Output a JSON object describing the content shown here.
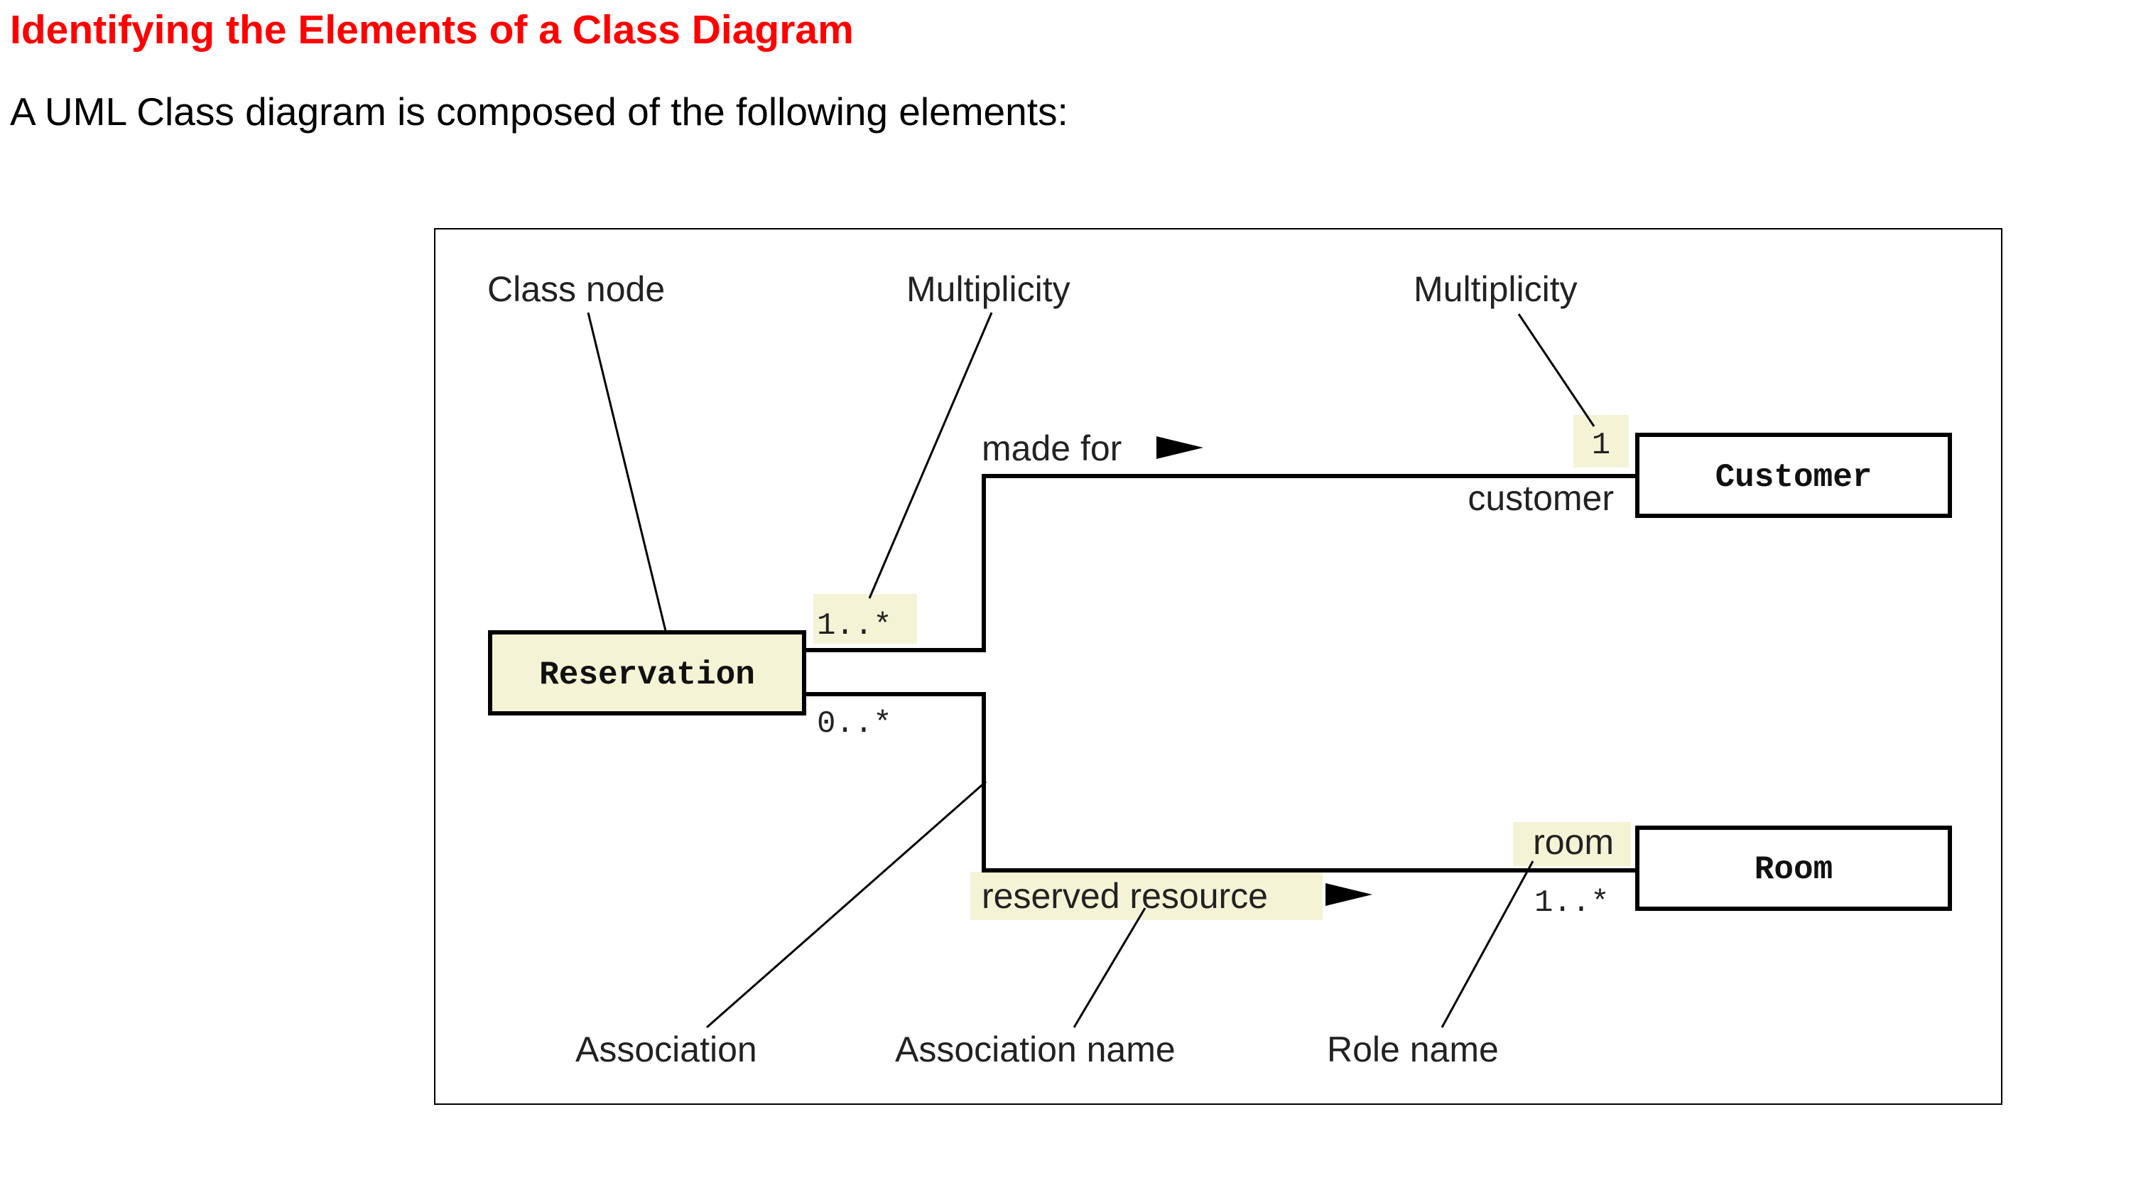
{
  "heading": {
    "title": "Identifying the Elements of a Class Diagram",
    "intro": "A UML Class diagram is composed of the following elements:"
  },
  "diagram": {
    "callouts": {
      "class_node": "Class node",
      "multiplicity_left": "Multiplicity",
      "multiplicity_right": "Multiplicity",
      "association": "Association",
      "association_name": "Association name",
      "role_name": "Role name"
    },
    "classes": {
      "reservation": "Reservation",
      "customer": "Customer",
      "room": "Room"
    },
    "associations": {
      "made_for": {
        "name": "made for",
        "multiplicity_reservation": "1..*",
        "multiplicity_customer": "1",
        "role": "customer"
      },
      "reserved_resource": {
        "name": "reserved resource",
        "multiplicity_reservation": "0..*",
        "multiplicity_room": "1..*",
        "role": "room"
      }
    },
    "colors": {
      "highlight": "#f5f3d5",
      "line": "#000000",
      "title_red": "#ff0000"
    }
  }
}
